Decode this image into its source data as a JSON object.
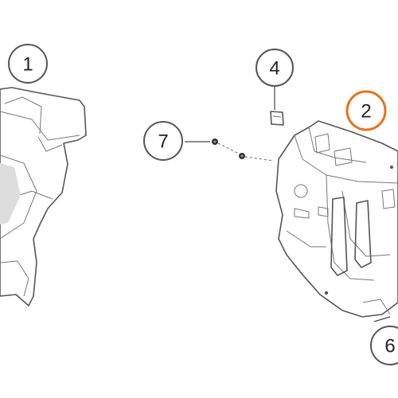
{
  "callouts": [
    {
      "id": "c1",
      "label": "1",
      "ring_color": "#555555",
      "highlighted": false
    },
    {
      "id": "c2",
      "label": "2",
      "ring_color": "#E8731A",
      "highlighted": true
    },
    {
      "id": "c4",
      "label": "4",
      "ring_color": "#555555",
      "highlighted": false
    },
    {
      "id": "c6",
      "label": "6",
      "ring_color": "#555555",
      "highlighted": false
    },
    {
      "id": "c7",
      "label": "7",
      "ring_color": "#555555",
      "highlighted": false
    }
  ],
  "colors": {
    "highlight": "#E8731A",
    "part_fill": "#F2F2F2",
    "part_shade": "#DDDDDD",
    "stroke": "#555555"
  }
}
